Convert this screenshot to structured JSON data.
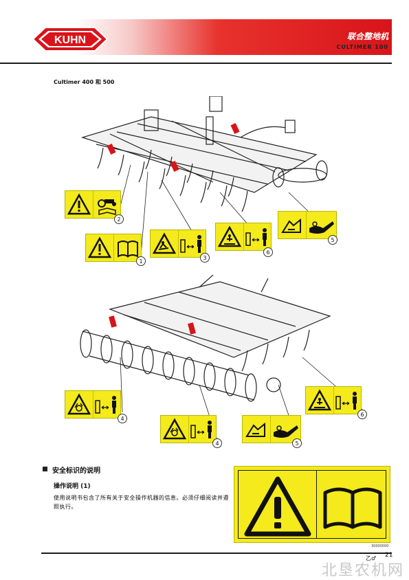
{
  "header": {
    "brand": "KUHN",
    "title": "联合整地机",
    "model": "CULTIMER 100"
  },
  "subtitle": "Cultimer 400 和 500",
  "labels": [
    {
      "number": "2",
      "symbols": [
        "warning-triangle-icon",
        "tractor-manual-icon"
      ]
    },
    {
      "number": "1",
      "symbols": [
        "warning-triangle-icon",
        "manual-book-icon"
      ]
    },
    {
      "number": "3",
      "symbols": [
        "slip-hazard-icon",
        "distance-person-icon"
      ]
    },
    {
      "number": "6",
      "symbols": [
        "crush-hazard-icon",
        "distance-person-icon"
      ]
    },
    {
      "number": "5",
      "symbols": [
        "hand-crush-icon",
        "hand-crush-icon"
      ]
    },
    {
      "number": "4",
      "symbols": [
        "entanglement-icon",
        "distance-person-icon"
      ]
    },
    {
      "number": "4",
      "symbols": [
        "entanglement-icon",
        "distance-person-icon"
      ]
    },
    {
      "number": "5",
      "symbols": [
        "hand-crush-icon",
        "hand-crush-icon"
      ]
    },
    {
      "number": "6",
      "symbols": [
        "crush-hazard-icon",
        "distance-person-icon"
      ]
    }
  ],
  "section": {
    "title": "安全标识的说明",
    "subtitle": "操作说明 (1)",
    "text": "使用说明书包含了所有关于安全操作机器的信息。必须仔细阅读并遵照执行。"
  },
  "big_label_code": "30000000",
  "footer": {
    "mark": "乙♂",
    "page": "21"
  },
  "watermark": "北垦农机网",
  "colors": {
    "label_yellow": "#f4ea1c",
    "brand_red": "#d8141a"
  }
}
